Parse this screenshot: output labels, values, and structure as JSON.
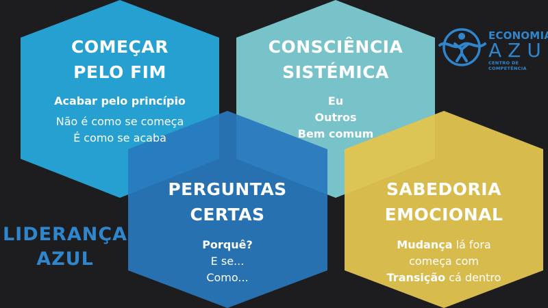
{
  "colors": {
    "background": "#1d1d1f",
    "hex_tl": "#27a6d9",
    "hex_tr": "#7fcfd6",
    "hex_bl": "#2878be",
    "hex_br": "#e2c44f",
    "accent_blue": "#2f86cc",
    "text_dark": "#1b3d73"
  },
  "hexagons": {
    "top_left": {
      "title_lines": [
        "COMEÇAR",
        "PELO FIM"
      ],
      "subtitle": "Acabar pelo princípio",
      "lines": [
        "Não é como se começa",
        "É como se acaba"
      ]
    },
    "top_right": {
      "title_lines": [
        "CONSCIÊNCIA",
        "SISTÉMICA"
      ],
      "lines": [
        "Eu",
        "Outros",
        "Bem comum"
      ]
    },
    "bottom_left": {
      "title_lines": [
        "PERGUNTAS",
        "CERTAS"
      ],
      "lines": [
        "Porquê?",
        "E se...",
        "Como..."
      ]
    },
    "bottom_right": {
      "title_lines": [
        "SABEDORIA",
        "EMOCIONAL"
      ],
      "line1_bold": "Mudança",
      "line1_rest": " lá fora",
      "line2": "começa com",
      "line3_bold": "Transição",
      "line3_rest": " cá dentro"
    }
  },
  "leadership": {
    "lines": [
      "LIDERANÇA",
      "AZUL"
    ]
  },
  "logo": {
    "name_top": "ECONOMIA",
    "name_bottom": "AZUL",
    "tagline": "CENTRO DE COMPETÊNCIA"
  }
}
